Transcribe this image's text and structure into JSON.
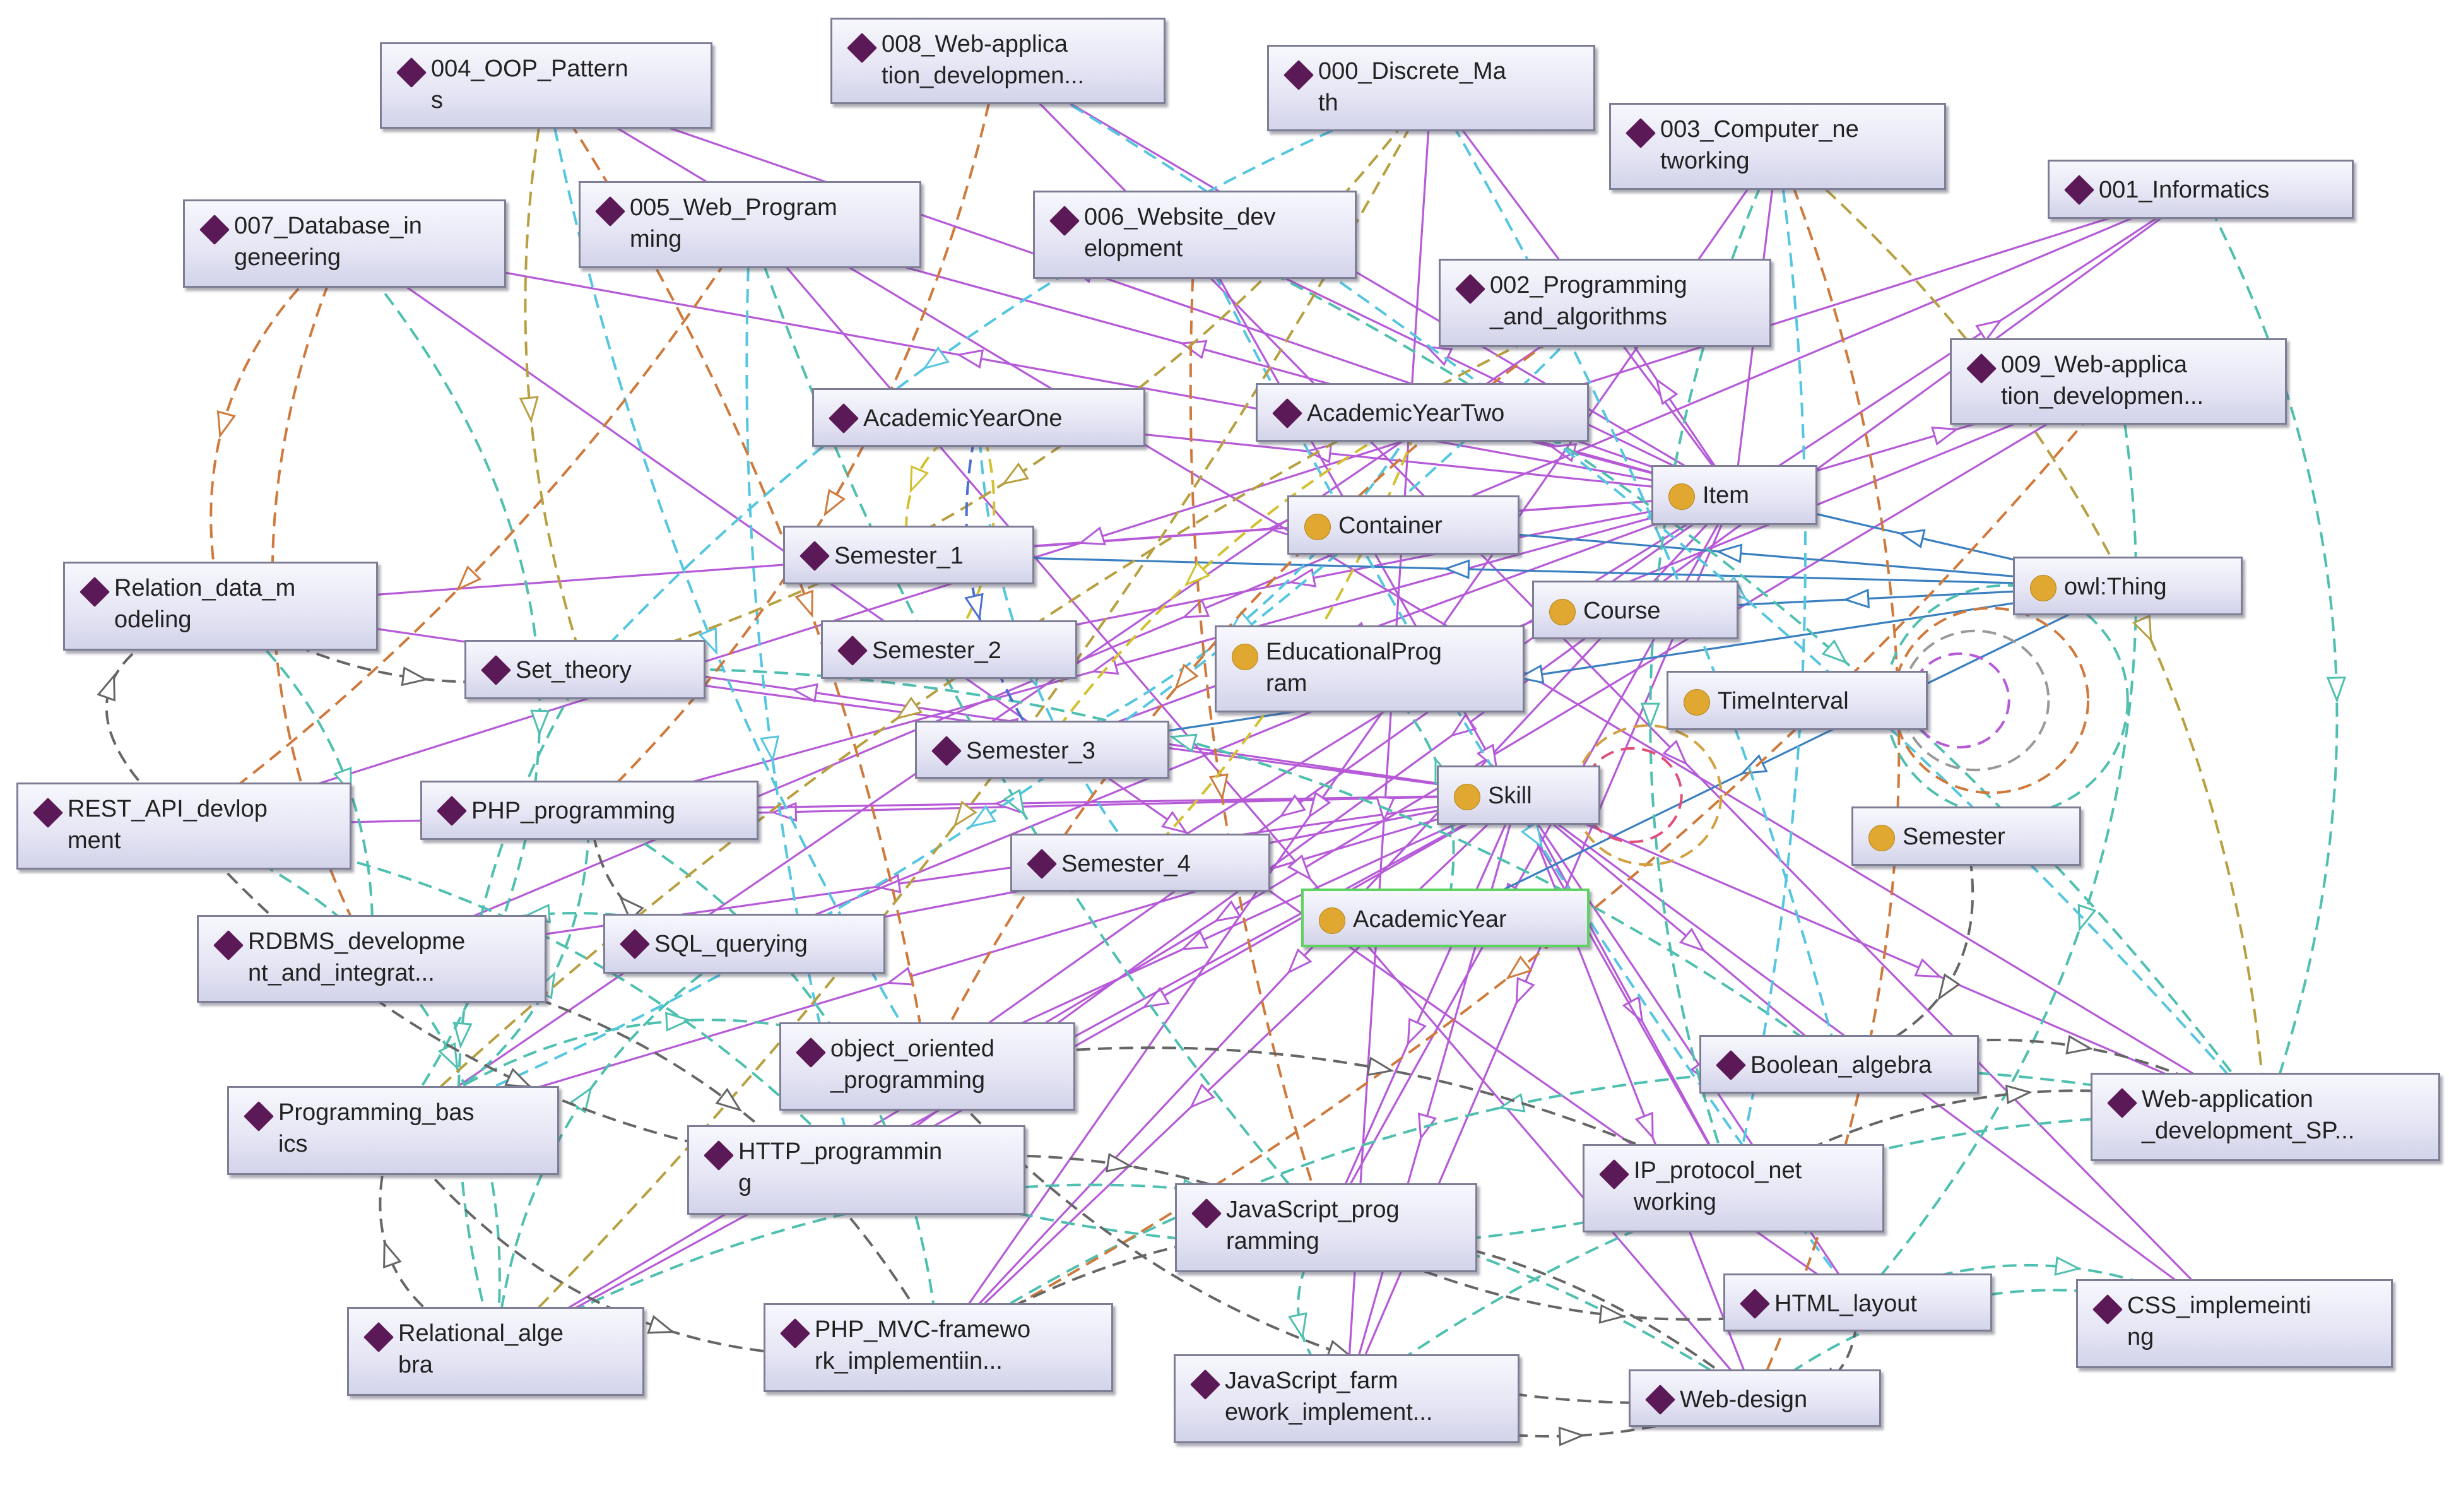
{
  "nodes": [
    {
      "id": "n0",
      "kind": "individual",
      "label": "004_OOP_Pattern\ns"
    },
    {
      "id": "n1",
      "kind": "individual",
      "label": "008_Web-applica\ntion_developmen..."
    },
    {
      "id": "n2",
      "kind": "individual",
      "label": "000_Discrete_Ma\nth"
    },
    {
      "id": "n3",
      "kind": "individual",
      "label": "003_Computer_ne\ntworking"
    },
    {
      "id": "n4",
      "kind": "individual",
      "label": "001_Informatics"
    },
    {
      "id": "n5",
      "kind": "individual",
      "label": "007_Database_in\ngeneering"
    },
    {
      "id": "n6",
      "kind": "individual",
      "label": "005_Web_Program\nming"
    },
    {
      "id": "n7",
      "kind": "individual",
      "label": "006_Website_dev\nelopment"
    },
    {
      "id": "n8",
      "kind": "individual",
      "label": "002_Programming\n_and_algorithms"
    },
    {
      "id": "n9",
      "kind": "individual",
      "label": "009_Web-applica\ntion_developmen..."
    },
    {
      "id": "n10",
      "kind": "individual",
      "label": "AcademicYearOne"
    },
    {
      "id": "n11",
      "kind": "individual",
      "label": "AcademicYearTwo"
    },
    {
      "id": "n12",
      "kind": "class",
      "label": "Item"
    },
    {
      "id": "n13",
      "kind": "class",
      "label": "Container"
    },
    {
      "id": "n14",
      "kind": "individual",
      "label": "Semester_1"
    },
    {
      "id": "n15",
      "kind": "class",
      "label": "owl:Thing"
    },
    {
      "id": "n16",
      "kind": "class",
      "label": "Course"
    },
    {
      "id": "n17",
      "kind": "individual",
      "label": "Relation_data_m\nodeling"
    },
    {
      "id": "n18",
      "kind": "individual",
      "label": "Semester_2"
    },
    {
      "id": "n19",
      "kind": "class",
      "label": "EducationalProg\nram"
    },
    {
      "id": "n20",
      "kind": "individual",
      "label": "Set_theory"
    },
    {
      "id": "n21",
      "kind": "class",
      "label": "TimeInterval"
    },
    {
      "id": "n22",
      "kind": "individual",
      "label": "Semester_3"
    },
    {
      "id": "n23",
      "kind": "class",
      "label": "Skill"
    },
    {
      "id": "n24",
      "kind": "individual",
      "label": "REST_API_devlop\nment"
    },
    {
      "id": "n25",
      "kind": "individual",
      "label": "PHP_programming"
    },
    {
      "id": "n26",
      "kind": "class",
      "label": "Semester"
    },
    {
      "id": "n27",
      "kind": "individual",
      "label": "Semester_4"
    },
    {
      "id": "n28",
      "kind": "class",
      "label": "AcademicYear",
      "selected": true
    },
    {
      "id": "n29",
      "kind": "individual",
      "label": "RDBMS_developme\nnt_and_integrat..."
    },
    {
      "id": "n30",
      "kind": "individual",
      "label": "SQL_querying"
    },
    {
      "id": "n31",
      "kind": "individual",
      "label": "object_oriented\n_programming"
    },
    {
      "id": "n32",
      "kind": "individual",
      "label": "Boolean_algebra"
    },
    {
      "id": "n33",
      "kind": "individual",
      "label": "Web-application\n_development_SP..."
    },
    {
      "id": "n34",
      "kind": "individual",
      "label": "Programming_bas\nics"
    },
    {
      "id": "n35",
      "kind": "individual",
      "label": "HTTP_programmin\ng"
    },
    {
      "id": "n36",
      "kind": "individual",
      "label": "IP_protocol_net\nworking"
    },
    {
      "id": "n37",
      "kind": "individual",
      "label": "JavaScript_prog\nramming"
    },
    {
      "id": "n38",
      "kind": "individual",
      "label": "HTML_layout"
    },
    {
      "id": "n39",
      "kind": "individual",
      "label": "CSS_implemeinti\nng"
    },
    {
      "id": "n40",
      "kind": "individual",
      "label": "Relational_alge\nbra"
    },
    {
      "id": "n41",
      "kind": "individual",
      "label": "PHP_MVC-framewo\nrk_implementiin..."
    },
    {
      "id": "n42",
      "kind": "individual",
      "label": "JavaScript_farm\nework_implement..."
    },
    {
      "id": "n43",
      "kind": "individual",
      "label": "Web-design"
    }
  ],
  "edges": [
    {
      "from": "n12",
      "to": "n0",
      "color": "#b65ad8",
      "style": "solid"
    },
    {
      "from": "n12",
      "to": "n1",
      "color": "#b65ad8",
      "style": "solid"
    },
    {
      "from": "n12",
      "to": "n2",
      "color": "#b65ad8",
      "style": "solid"
    },
    {
      "from": "n12",
      "to": "n3",
      "color": "#b65ad8",
      "style": "solid"
    },
    {
      "from": "n12",
      "to": "n4",
      "color": "#b65ad8",
      "style": "solid"
    },
    {
      "from": "n12",
      "to": "n5",
      "color": "#b65ad8",
      "style": "solid"
    },
    {
      "from": "n12",
      "to": "n6",
      "color": "#b65ad8",
      "style": "solid"
    },
    {
      "from": "n12",
      "to": "n7",
      "color": "#b65ad8",
      "style": "solid"
    },
    {
      "from": "n12",
      "to": "n8",
      "color": "#b65ad8",
      "style": "solid"
    },
    {
      "from": "n12",
      "to": "n9",
      "color": "#b65ad8",
      "style": "solid"
    },
    {
      "from": "n12",
      "to": "n14",
      "color": "#b65ad8",
      "style": "solid"
    },
    {
      "from": "n12",
      "to": "n18",
      "color": "#b65ad8",
      "style": "solid"
    },
    {
      "from": "n12",
      "to": "n22",
      "color": "#b65ad8",
      "style": "solid"
    },
    {
      "from": "n12",
      "to": "n27",
      "color": "#b65ad8",
      "style": "solid"
    },
    {
      "from": "n12",
      "to": "n10",
      "color": "#b65ad8",
      "style": "solid"
    },
    {
      "from": "n12",
      "to": "n11",
      "color": "#b65ad8",
      "style": "solid"
    },
    {
      "from": "n23",
      "to": "n17",
      "color": "#b65ad8",
      "style": "solid"
    },
    {
      "from": "n23",
      "to": "n20",
      "color": "#b65ad8",
      "style": "solid"
    },
    {
      "from": "n23",
      "to": "n24",
      "color": "#b65ad8",
      "style": "solid"
    },
    {
      "from": "n23",
      "to": "n25",
      "color": "#b65ad8",
      "style": "solid"
    },
    {
      "from": "n23",
      "to": "n29",
      "color": "#b65ad8",
      "style": "solid"
    },
    {
      "from": "n23",
      "to": "n30",
      "color": "#b65ad8",
      "style": "solid"
    },
    {
      "from": "n23",
      "to": "n31",
      "color": "#b65ad8",
      "style": "solid"
    },
    {
      "from": "n23",
      "to": "n32",
      "color": "#b65ad8",
      "style": "solid"
    },
    {
      "from": "n23",
      "to": "n33",
      "color": "#b65ad8",
      "style": "solid"
    },
    {
      "from": "n23",
      "to": "n34",
      "color": "#b65ad8",
      "style": "solid"
    },
    {
      "from": "n23",
      "to": "n35",
      "color": "#b65ad8",
      "style": "solid"
    },
    {
      "from": "n23",
      "to": "n36",
      "color": "#b65ad8",
      "style": "solid"
    },
    {
      "from": "n23",
      "to": "n37",
      "color": "#b65ad8",
      "style": "solid"
    },
    {
      "from": "n23",
      "to": "n38",
      "color": "#b65ad8",
      "style": "solid"
    },
    {
      "from": "n23",
      "to": "n39",
      "color": "#b65ad8",
      "style": "solid"
    },
    {
      "from": "n23",
      "to": "n40",
      "color": "#b65ad8",
      "style": "solid"
    },
    {
      "from": "n23",
      "to": "n41",
      "color": "#b65ad8",
      "style": "solid"
    },
    {
      "from": "n23",
      "to": "n42",
      "color": "#b65ad8",
      "style": "solid"
    },
    {
      "from": "n23",
      "to": "n43",
      "color": "#b65ad8",
      "style": "solid"
    },
    {
      "from": "n12",
      "to": "n17",
      "color": "#b65ad8",
      "style": "solid"
    },
    {
      "from": "n12",
      "to": "n25",
      "color": "#b65ad8",
      "style": "solid"
    },
    {
      "from": "n12",
      "to": "n31",
      "color": "#b65ad8",
      "style": "solid"
    },
    {
      "from": "n12",
      "to": "n37",
      "color": "#b65ad8",
      "style": "solid"
    },
    {
      "from": "n12",
      "to": "n41",
      "color": "#b65ad8",
      "style": "solid"
    },
    {
      "from": "n12",
      "to": "n42",
      "color": "#b65ad8",
      "style": "solid"
    },
    {
      "from": "n4",
      "to": "n24",
      "color": "#b65ad8",
      "style": "solid"
    },
    {
      "from": "n4",
      "to": "n29",
      "color": "#b65ad8",
      "style": "solid"
    },
    {
      "from": "n4",
      "to": "n35",
      "color": "#b65ad8",
      "style": "solid"
    },
    {
      "from": "n9",
      "to": "n30",
      "color": "#b65ad8",
      "style": "solid"
    },
    {
      "from": "n9",
      "to": "n40",
      "color": "#b65ad8",
      "style": "solid"
    },
    {
      "from": "n3",
      "to": "n41",
      "color": "#b65ad8",
      "style": "solid"
    },
    {
      "from": "n2",
      "to": "n42",
      "color": "#b65ad8",
      "style": "solid"
    },
    {
      "from": "n0",
      "to": "n33",
      "color": "#b65ad8",
      "style": "solid"
    },
    {
      "from": "n5",
      "to": "n38",
      "color": "#b65ad8",
      "style": "solid"
    },
    {
      "from": "n6",
      "to": "n43",
      "color": "#b65ad8",
      "style": "solid"
    },
    {
      "from": "n7",
      "to": "n36",
      "color": "#b65ad8",
      "style": "solid"
    },
    {
      "from": "n1",
      "to": "n39",
      "color": "#b65ad8",
      "style": "solid"
    },
    {
      "from": "n8",
      "to": "n34",
      "color": "#b65ad8",
      "style": "solid"
    },
    {
      "from": "n15",
      "to": "n12",
      "color": "#3a7fc0",
      "style": "solid"
    },
    {
      "from": "n15",
      "to": "n13",
      "color": "#3a7fc0",
      "style": "solid"
    },
    {
      "from": "n15",
      "to": "n16",
      "color": "#3a7fc0",
      "style": "solid"
    },
    {
      "from": "n15",
      "to": "n14",
      "color": "#3a7fc0",
      "style": "solid"
    },
    {
      "from": "n15",
      "to": "n22",
      "color": "#3a7fc0",
      "style": "solid"
    },
    {
      "from": "n15",
      "to": "n28",
      "color": "#3a7fc0",
      "style": "solid"
    },
    {
      "from": "n34",
      "to": "n31",
      "color": "#4fc0b0",
      "style": "dashed",
      "curve": -80
    },
    {
      "from": "n34",
      "to": "n25",
      "color": "#4fc0b0",
      "style": "dashed",
      "curve": 60
    },
    {
      "from": "n25",
      "to": "n41",
      "color": "#4fc0b0",
      "style": "dashed",
      "curve": -90
    },
    {
      "from": "n35",
      "to": "n24",
      "color": "#4fc0b0",
      "style": "dashed",
      "curve": 70
    },
    {
      "from": "n30",
      "to": "n29",
      "color": "#4fc0b0",
      "style": "dashed",
      "curve": 40
    },
    {
      "from": "n40",
      "to": "n30",
      "color": "#4fc0b0",
      "style": "dashed",
      "curve": -60
    },
    {
      "from": "n17",
      "to": "n29",
      "color": "#4fc0b0",
      "style": "dashed",
      "curve": -50
    },
    {
      "from": "n20",
      "to": "n40",
      "color": "#4fc0b0",
      "style": "dashed",
      "curve": 80
    },
    {
      "from": "n32",
      "to": "n20",
      "color": "#4fc0b0",
      "style": "dashed",
      "curve": 120
    },
    {
      "from": "n38",
      "to": "n39",
      "color": "#4fc0b0",
      "style": "dashed",
      "curve": -50
    },
    {
      "from": "n39",
      "to": "n43",
      "color": "#4fc0b0",
      "style": "dashed",
      "curve": 70
    },
    {
      "from": "n37",
      "to": "n42",
      "color": "#4fc0b0",
      "style": "dashed",
      "curve": 40
    },
    {
      "from": "n36",
      "to": "n35",
      "color": "#4fc0b0",
      "style": "dashed",
      "curve": -70
    },
    {
      "from": "n33",
      "to": "n42",
      "color": "#4fc0b0",
      "style": "dashed",
      "curve": 90
    },
    {
      "from": "n33",
      "to": "n41",
      "color": "#4fc0b0",
      "style": "dashed",
      "curve": 150
    },
    {
      "from": "n4",
      "to": "n33",
      "color": "#4fc0b0",
      "style": "dashed",
      "curve": -160
    },
    {
      "from": "n5",
      "to": "n34",
      "color": "#4fc0b0",
      "style": "dashed",
      "curve": -180
    },
    {
      "from": "n9",
      "to": "n38",
      "color": "#4fc0b0",
      "style": "dashed",
      "curve": -120
    },
    {
      "from": "n40",
      "to": "n43",
      "color": "#4fc0b0",
      "style": "dashed",
      "curve": -200
    },
    {
      "from": "n24",
      "to": "n40",
      "color": "#4fc0b0",
      "style": "dashed",
      "curve": -120
    },
    {
      "from": "n6",
      "to": "n37",
      "color": "#4fc0b0",
      "style": "dashed",
      "curve": 60
    },
    {
      "from": "n7",
      "to": "n33",
      "color": "#4fc0b0",
      "style": "dashed",
      "curve": -90
    },
    {
      "from": "n3",
      "to": "n36",
      "color": "#4fc0b0",
      "style": "dashed",
      "curve": 110
    },
    {
      "from": "n28",
      "to": "n19",
      "color": "#4fc0b0",
      "style": "dashed",
      "curve": 40
    },
    {
      "from": "n0",
      "to": "n31",
      "color": "#55c6e0",
      "style": "dashed",
      "curve": 50
    },
    {
      "from": "n1",
      "to": "n33",
      "color": "#55c6e0",
      "style": "dashed",
      "curve": -70
    },
    {
      "from": "n2",
      "to": "n20",
      "color": "#55c6e0",
      "style": "dashed",
      "curve": 60
    },
    {
      "from": "n2",
      "to": "n32",
      "color": "#55c6e0",
      "style": "dashed",
      "curve": -40
    },
    {
      "from": "n3",
      "to": "n36",
      "color": "#55c6e0",
      "style": "dashed",
      "curve": -50
    },
    {
      "from": "n6",
      "to": "n35",
      "color": "#55c6e0",
      "style": "dashed",
      "curve": 40
    },
    {
      "from": "n7",
      "to": "n38",
      "color": "#55c6e0",
      "style": "dashed",
      "curve": 30
    },
    {
      "from": "n8",
      "to": "n34",
      "color": "#55c6e0",
      "style": "dashed",
      "curve": -80
    },
    {
      "from": "n10",
      "to": "n27",
      "color": "#55c6e0",
      "style": "dashed",
      "curve": 40
    },
    {
      "from": "n11",
      "to": "n22",
      "color": "#55c6e0",
      "style": "dashed",
      "curve": -40
    },
    {
      "from": "n0",
      "to": "n31",
      "color": "#cf7a3c",
      "style": "dashed",
      "curve": -60
    },
    {
      "from": "n5",
      "to": "n29",
      "color": "#cf7a3c",
      "style": "dashed",
      "curve": 90
    },
    {
      "from": "n5",
      "to": "n17",
      "color": "#cf7a3c",
      "style": "dashed",
      "curve": 60
    },
    {
      "from": "n1",
      "to": "n25",
      "color": "#cf7a3c",
      "style": "dashed",
      "curve": -70
    },
    {
      "from": "n3",
      "to": "n43",
      "color": "#cf7a3c",
      "style": "dashed",
      "curve": -140
    },
    {
      "from": "n9",
      "to": "n41",
      "color": "#cf7a3c",
      "style": "dashed",
      "curve": -80
    },
    {
      "from": "n6",
      "to": "n24",
      "color": "#cf7a3c",
      "style": "dashed",
      "curve": -40
    },
    {
      "from": "n7",
      "to": "n37",
      "color": "#cf7a3c",
      "style": "dashed",
      "curve": 50
    },
    {
      "from": "n8",
      "to": "n31",
      "color": "#cf7a3c",
      "style": "dashed",
      "curve": 70
    },
    {
      "from": "n2",
      "to": "n20",
      "color": "#b8a040",
      "style": "dashed",
      "curve": -90
    },
    {
      "from": "n2",
      "to": "n40",
      "color": "#b8a040",
      "style": "dashed",
      "curve": -60
    },
    {
      "from": "n3",
      "to": "n33",
      "color": "#b8a040",
      "style": "dashed",
      "curve": -120
    },
    {
      "from": "n8",
      "to": "n34",
      "color": "#b8a040",
      "style": "dashed",
      "curve": 60
    },
    {
      "from": "n0",
      "to": "n20",
      "color": "#b8a040",
      "style": "dashed",
      "curve": 40
    },
    {
      "from": "n34",
      "to": "n41",
      "color": "#666666",
      "style": "dashed",
      "curve": 90
    },
    {
      "from": "n35",
      "to": "n37",
      "color": "#666666",
      "style": "dashed",
      "curve": -40
    },
    {
      "from": "n30",
      "to": "n25",
      "color": "#666666",
      "style": "dashed",
      "curve": -50
    },
    {
      "from": "n40",
      "to": "n34",
      "color": "#666666",
      "style": "dashed",
      "curve": -60
    },
    {
      "from": "n24",
      "to": "n35",
      "color": "#666666",
      "style": "dashed",
      "curve": 80
    },
    {
      "from": "n17",
      "to": "n20",
      "color": "#666666",
      "style": "dashed",
      "curve": 40
    },
    {
      "from": "n37",
      "to": "n38",
      "color": "#666666",
      "style": "dashed",
      "curve": 50
    },
    {
      "from": "n38",
      "to": "n43",
      "color": "#666666",
      "style": "dashed",
      "curve": -40
    },
    {
      "from": "n36",
      "to": "n33",
      "color": "#666666",
      "style": "dashed",
      "curve": -60
    },
    {
      "from": "n32",
      "to": "n33",
      "color": "#666666",
      "style": "dashed",
      "curve": -50
    },
    {
      "from": "n29",
      "to": "n41",
      "color": "#666666",
      "style": "dashed",
      "curve": -90
    },
    {
      "from": "n31",
      "to": "n36",
      "color": "#666666",
      "style": "dashed",
      "curve": -70
    },
    {
      "from": "n42",
      "to": "n43",
      "color": "#666666",
      "style": "dashed",
      "curve": 40
    },
    {
      "from": "n41",
      "to": "n43",
      "color": "#666666",
      "style": "dashed",
      "curve": -150
    },
    {
      "from": "n26",
      "to": "n32",
      "color": "#666666",
      "style": "dashed",
      "curve": -60
    },
    {
      "from": "n24",
      "to": "n17",
      "color": "#666666",
      "style": "dashed",
      "curve": -120
    },
    {
      "from": "n31",
      "to": "n43",
      "color": "#666666",
      "style": "dashed",
      "curve": 120
    },
    {
      "from": "n10",
      "to": "n14",
      "color": "#d2c030",
      "style": "dashed",
      "curve": 30
    },
    {
      "from": "n10",
      "to": "n18",
      "color": "#d2c030",
      "style": "dashed",
      "curve": -30
    },
    {
      "from": "n11",
      "to": "n22",
      "color": "#d2c030",
      "style": "dashed",
      "curve": 30
    },
    {
      "from": "n11",
      "to": "n27",
      "color": "#d2c030",
      "style": "dashed",
      "curve": -30
    },
    {
      "from": "n10",
      "to": "n22",
      "color": "#4a6fd0",
      "style": "dashed",
      "curve": 40
    }
  ],
  "loops": [
    {
      "node": "n21",
      "color": "#b65ad8",
      "size": 1
    },
    {
      "node": "n21",
      "color": "#999999",
      "size": 2
    },
    {
      "node": "n21",
      "color": "#cf7a3c",
      "size": 3
    },
    {
      "node": "n21",
      "color": "#4fc0b0",
      "size": 4
    },
    {
      "node": "n23",
      "color": "#e0507a",
      "size": 1
    },
    {
      "node": "n23",
      "color": "#d2a040",
      "size": 2
    }
  ]
}
